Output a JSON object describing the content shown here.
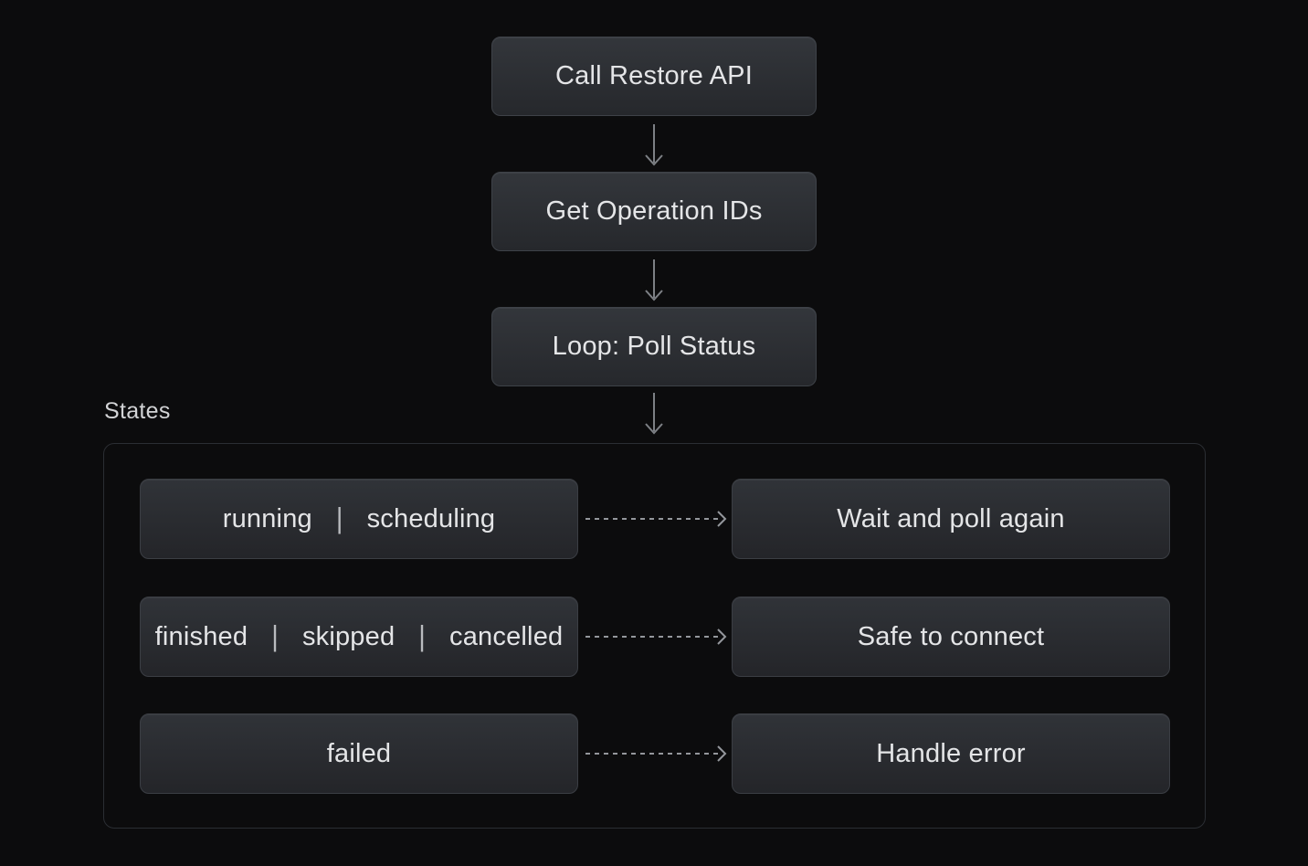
{
  "colors": {
    "page_background": "#0c0c0d",
    "node_background_top": "#33363b",
    "node_background_bottom": "#26282c",
    "node_border": "#3e4248",
    "panel_border": "#2b2e33",
    "text_primary": "#e4e5e7",
    "text_title": "#d2d3d5",
    "solid_arrow": "#7d8085",
    "dashed_arrow": "#94979c"
  },
  "flow": {
    "nodes": [
      {
        "label": "Call Restore API"
      },
      {
        "label": "Get Operation IDs"
      },
      {
        "label": "Loop: Poll Status"
      }
    ]
  },
  "states": {
    "title": "States",
    "separator": "|",
    "rows": [
      {
        "states": [
          "running",
          "scheduling"
        ],
        "action": "Wait and poll again"
      },
      {
        "states": [
          "finished",
          "skipped",
          "cancelled"
        ],
        "action": "Safe to connect"
      },
      {
        "states": [
          "failed"
        ],
        "action": "Handle error"
      }
    ]
  },
  "icons": {
    "arrow_down": "↓",
    "arrow_right_dashed": "⇢"
  }
}
